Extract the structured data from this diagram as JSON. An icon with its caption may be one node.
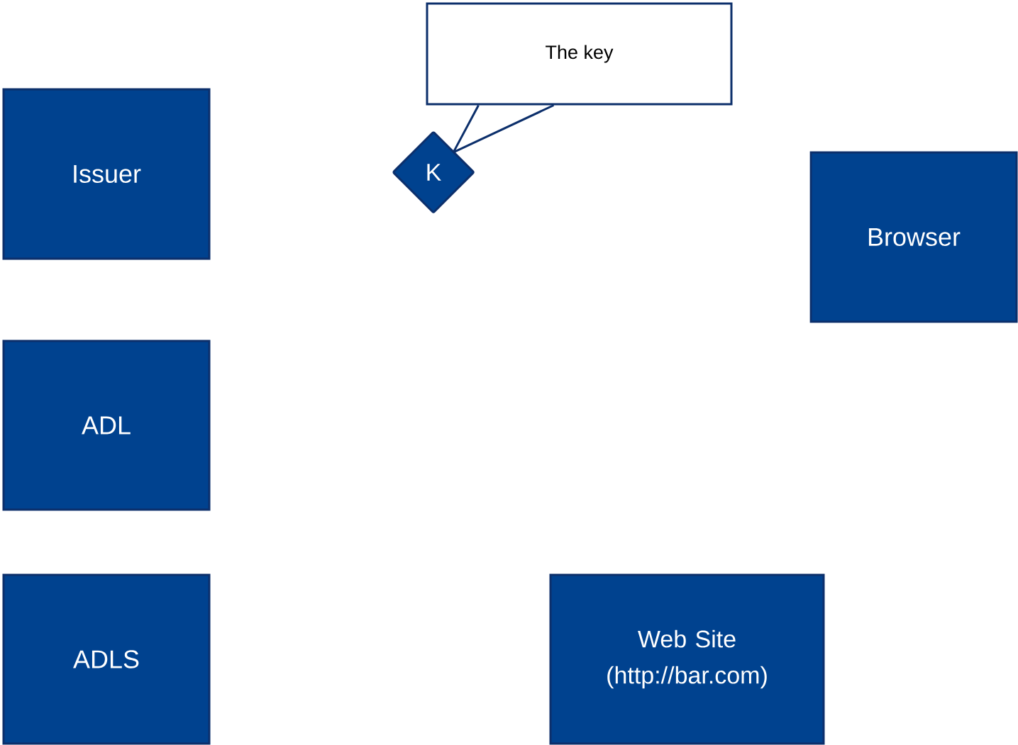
{
  "diagram": {
    "nodes": [
      {
        "text": [
          "The key"
        ]
      },
      {
        "text": [
          "Issuer"
        ]
      },
      {
        "text": [
          "K"
        ]
      },
      {
        "text": [
          "Browser"
        ]
      },
      {
        "text": [
          "ADL"
        ]
      },
      {
        "text": [
          "ADLS"
        ]
      },
      {
        "text": [
          "Web Site (http://bar.com)"
        ]
      }
    ],
    "edges": [
      {
        "from": 0,
        "to": 2,
        "arrow": "none"
      }
    ]
  }
}
